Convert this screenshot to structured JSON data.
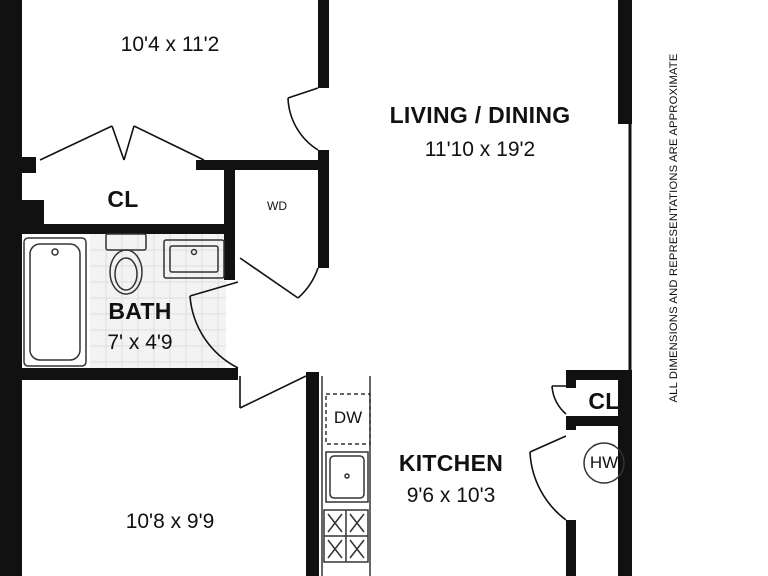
{
  "rooms": {
    "bedroom_top": {
      "dims": "10'4 x 11'2"
    },
    "living_dining": {
      "name": "LIVING / DINING",
      "dims": "11'10 x 19'2"
    },
    "closet_hall": {
      "name": "CL"
    },
    "washer_dryer": {
      "name": "WD"
    },
    "bath": {
      "name": "BATH",
      "dims": "7' x 4'9"
    },
    "bedroom_bottom": {
      "dims": "10'8 x 9'9"
    },
    "kitchen": {
      "name": "KITCHEN",
      "dims": "9'6 x 10'3"
    },
    "closet_kitchen": {
      "name": "CL"
    }
  },
  "appliances": {
    "dishwasher": "DW",
    "hot_water": "HW"
  },
  "disclaimer": "ALL DIMENSIONS AND REPRESENTATIONS ARE APPROXIMATE",
  "colors": {
    "wall": "#111111",
    "fixture_line": "#333333",
    "tile": "#e3e3e3",
    "background": "#ffffff"
  }
}
